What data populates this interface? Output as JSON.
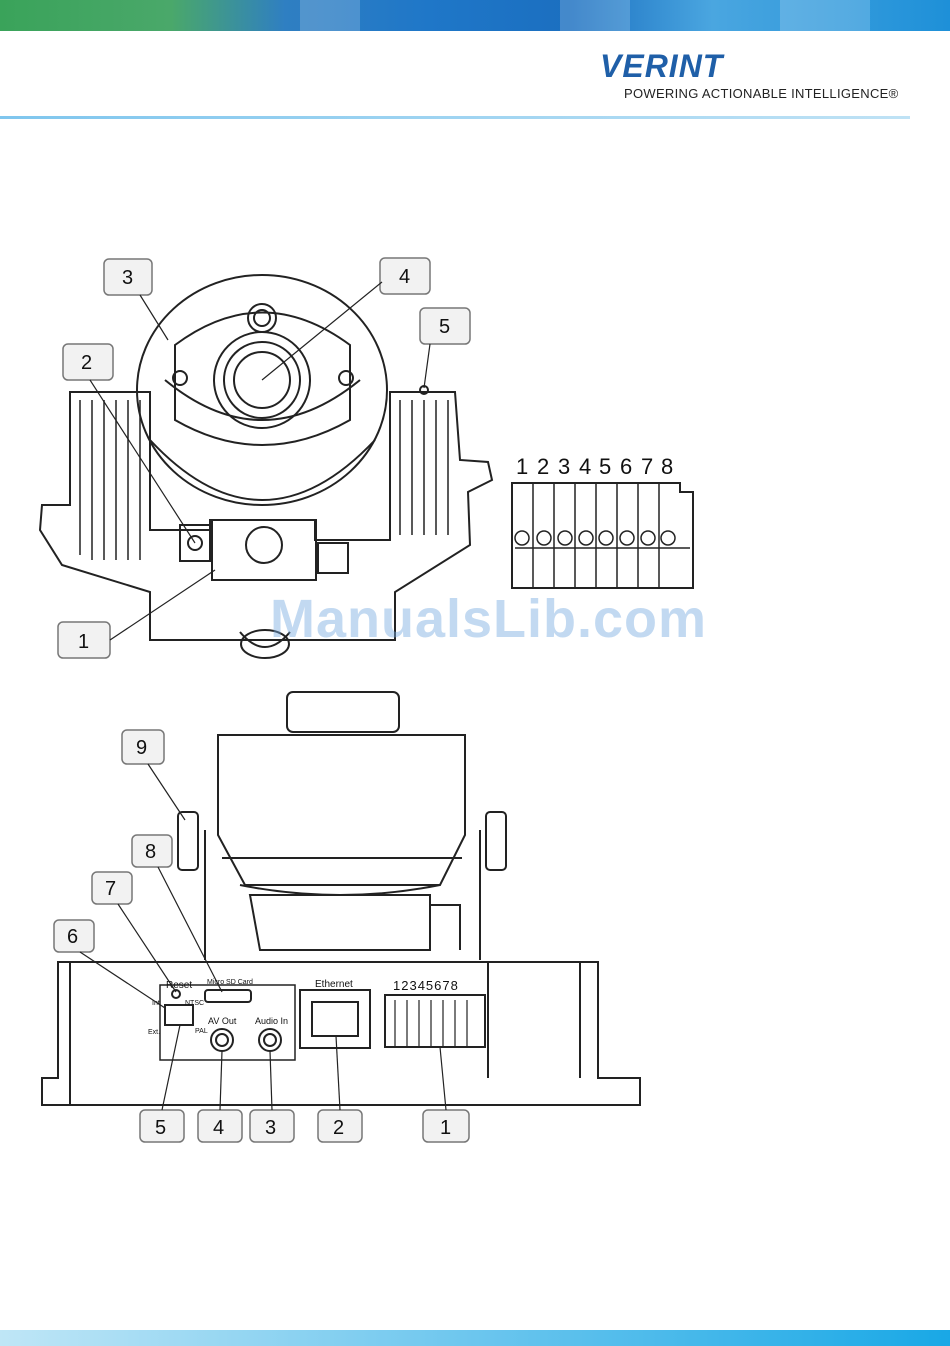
{
  "header": {
    "logo_word": "VERINT",
    "tagline": "POWERING ACTIONABLE INTELLIGENCE®"
  },
  "watermark": "ManualsLib.com",
  "figure_top": {
    "callouts": [
      "1",
      "2",
      "3",
      "4",
      "5"
    ],
    "terminal_pins": [
      "1",
      "2",
      "3",
      "4",
      "5",
      "6",
      "7",
      "8"
    ]
  },
  "figure_bottom": {
    "callouts": [
      "1",
      "2",
      "3",
      "4",
      "5",
      "6",
      "7",
      "8",
      "9"
    ],
    "labels": {
      "reset": "Reset",
      "micro_sd": "Micro SD Card",
      "ethernet": "Ethernet",
      "pins": "12345678",
      "av_out": "AV Out",
      "audio_in": "Audio In",
      "int": "Int",
      "ntsc": "NTSC",
      "ext": "Ext.",
      "pal": "PAL"
    }
  }
}
